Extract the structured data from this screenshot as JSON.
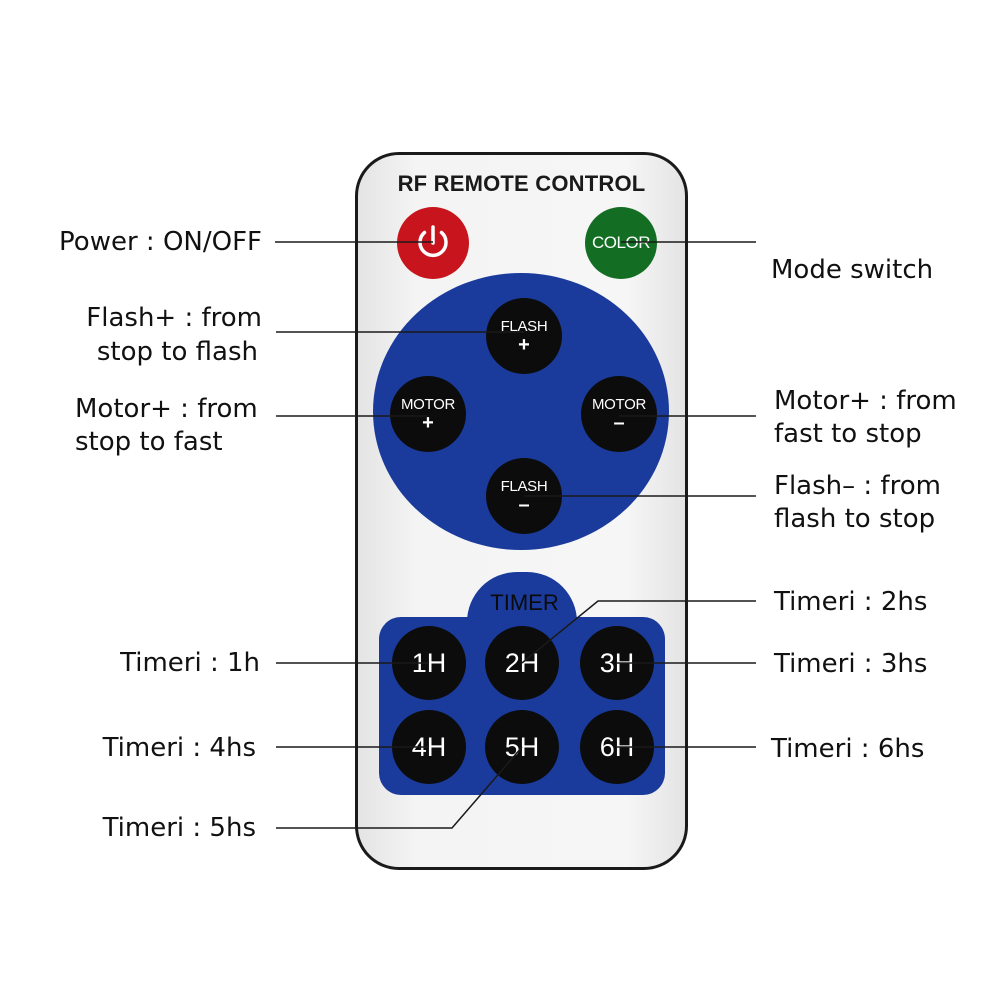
{
  "remote": {
    "title": "RF REMOTE CONTROL",
    "color_button": "COLOR",
    "flash_plus": {
      "top": "FLASH",
      "sign": "+"
    },
    "motor_plus": {
      "top": "MOTOR",
      "sign": "+"
    },
    "motor_minus": {
      "top": "MOTOR",
      "sign": "–"
    },
    "flash_minus": {
      "top": "FLASH",
      "sign": "–"
    },
    "timer_label": "TIMER",
    "timer_buttons": [
      "1H",
      "2H",
      "3H",
      "4H",
      "5H",
      "6H"
    ]
  },
  "labels": {
    "power": "Power : ON/OFF",
    "mode": "Mode switch",
    "flash_plus_1": "Flash+ : from",
    "flash_plus_2": "stop to flash",
    "motor_plus_1": "Motor+ : from",
    "motor_plus_2": "stop to fast",
    "motor_minus_1": "Motor+ : from",
    "motor_minus_2": "fast to stop",
    "flash_minus_1": "Flash– : from",
    "flash_minus_2": "flash to stop",
    "timer_1": "Timeri : 1h",
    "timer_2": "Timeri : 2hs",
    "timer_3": "Timeri : 3hs",
    "timer_4": "Timeri : 4hs",
    "timer_5": "Timeri : 5hs",
    "timer_6": "Timeri : 6hs"
  },
  "colors": {
    "power": "#c8141c",
    "color_button": "#136e24",
    "dial": "#1a3b9c",
    "button": "#0c0c0c"
  },
  "icons": {
    "power": "power-icon"
  }
}
